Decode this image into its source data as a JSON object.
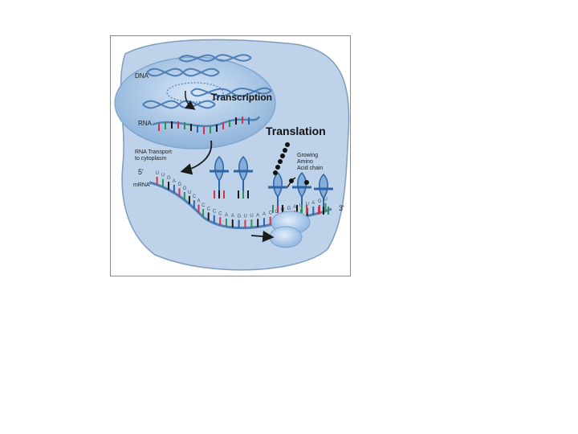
{
  "diagram": {
    "labels": {
      "dna": "DNA",
      "transcription": "Transcription",
      "rna": "RNA",
      "translation": "Translation",
      "rna_transport_line1": "RNA Transport",
      "rna_transport_line2": "to cytoplasm",
      "five_prime": "5'",
      "mrna": "mRNA",
      "three_prime": "3'",
      "growing_line1": "Growing",
      "growing_line2": "Amino",
      "growing_line3": "Acid chain"
    },
    "mrna_letters": [
      "U",
      "U",
      "G",
      "A",
      "G",
      "G",
      "U",
      "C",
      "A",
      "C",
      "C",
      "C",
      "C",
      "A",
      "A",
      "G",
      "U",
      "U",
      "A",
      "A",
      "C",
      "C",
      "U",
      "G",
      "A",
      "U",
      "U",
      "A",
      "G",
      "U"
    ],
    "colors": {
      "cell_fill": "#bed3ea",
      "cell_stroke": "#7f9bbd",
      "nucleus_fill": "#9fc0e2",
      "strand": "#4f7fb5",
      "ribosome": "#9cc0e8",
      "base_red": "#d3324d",
      "base_green": "#2f8f55",
      "base_black": "#1b1b1b",
      "base_blue": "#2d63a7"
    }
  }
}
